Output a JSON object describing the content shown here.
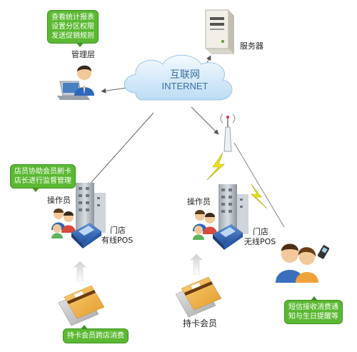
{
  "internet": {
    "line1": "互联网",
    "line2": "INTERNET"
  },
  "server": {
    "label": "服务器"
  },
  "management": {
    "label": "管理层",
    "bubble": [
      "查看统计报表",
      "设置分区权限",
      "发送促销规则"
    ]
  },
  "store_wired": {
    "operator_label": "操作员",
    "pos_label_1": "门店",
    "pos_label_2": "有线POS",
    "bubble": [
      "店员协助会员刷卡",
      "店长进行监督管理"
    ]
  },
  "store_wireless": {
    "operator_label": "操作员",
    "pos_label_1": "门店",
    "pos_label_2": "无线POS"
  },
  "cardholders": {
    "label": "持卡会员",
    "bubble": "持卡会员跨店消费"
  },
  "sms": {
    "bubble": [
      "短信接收消费通",
      "知与生日提醒等"
    ]
  },
  "colors": {
    "bubble_green": "#5bb832",
    "cloud_blue": "#cfe6f7",
    "line_gray": "#666666",
    "lightning": "#e8e21a"
  }
}
